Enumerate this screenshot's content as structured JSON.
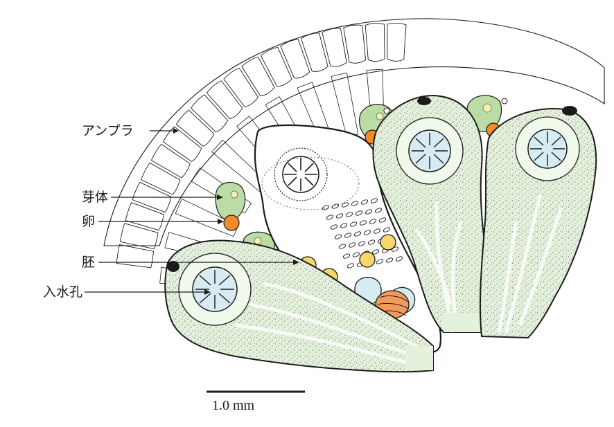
{
  "labels": {
    "ampulla": "アンプラ",
    "bud": "芽体",
    "egg": "卵",
    "embryo": "胚",
    "inhalant_siphon": "入水孔"
  },
  "scale_bar": {
    "text": "1.0 mm"
  },
  "colors": {
    "zooid_fill": "#e4f1dd",
    "siphon_fill": "#d6ecf2",
    "bud_fill": "#bcdca6",
    "egg_fill": "#f08c2a",
    "embryo_fill": "#f8d76a",
    "embryo_late_fill": "#f29a5c",
    "line": "#1a1a1a"
  }
}
